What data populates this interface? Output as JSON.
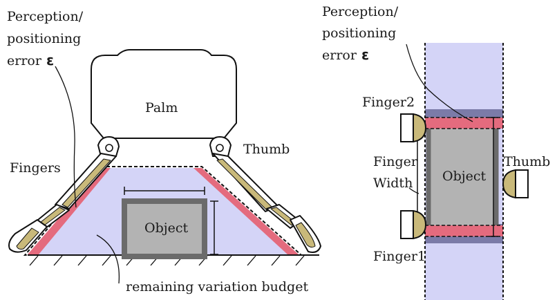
{
  "left_panel": {
    "error_label": [
      "Perception/",
      "positioning",
      "error"
    ],
    "epsilon_symbol": "ε",
    "palm_label": "Palm",
    "thumb_label": "Thumb",
    "fingers_label": "Fingers",
    "object_label": "Object",
    "budget_label": "remaining variation budget"
  },
  "right_panel": {
    "error_label": [
      "Perception/",
      "positioning",
      "error"
    ],
    "epsilon_symbol": "ε",
    "finger2_label": "Finger2",
    "finger1_label": "Finger1",
    "finger_width_label": [
      "Finger",
      "Width"
    ],
    "object_label": "Object",
    "thumb_label": "Thumb"
  },
  "colors": {
    "variation_fill": "#d4d4f7",
    "error_band": "#e46b7e",
    "object_gray": "#b3b3b3",
    "object_border": "#6b6b6b",
    "finger_khaki": "#c9b97a",
    "width_band": "#7b7ba8"
  }
}
